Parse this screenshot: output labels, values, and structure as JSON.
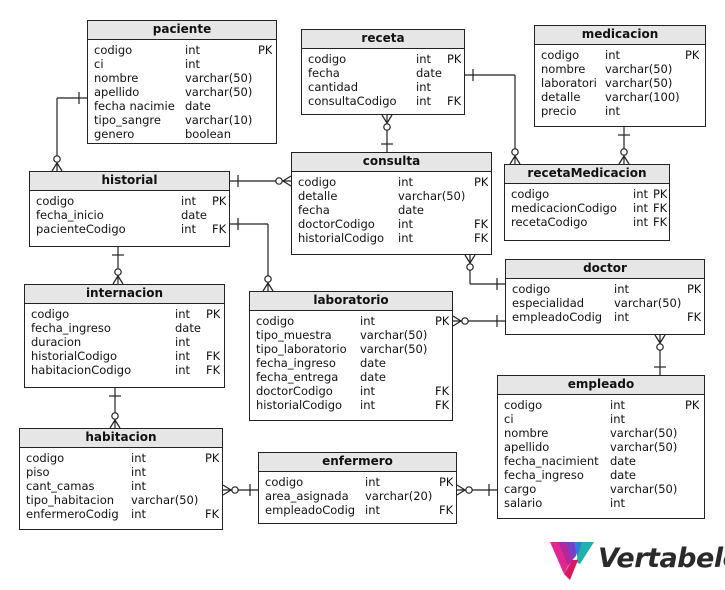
{
  "entities": [
    {
      "id": "paciente",
      "name": "paciente",
      "rows": [
        [
          "codigo",
          "int",
          "PK"
        ],
        [
          "ci",
          "int",
          ""
        ],
        [
          "nombre",
          "varchar(50)",
          ""
        ],
        [
          "apellido",
          "varchar(50)",
          ""
        ],
        [
          "fecha nacimie",
          "date",
          ""
        ],
        [
          "tipo_sangre",
          "varchar(10)",
          ""
        ],
        [
          "genero",
          "boolean",
          ""
        ]
      ]
    },
    {
      "id": "receta",
      "name": "receta",
      "rows": [
        [
          "codigo",
          "int",
          "PK"
        ],
        [
          "fecha",
          "date",
          ""
        ],
        [
          "cantidad",
          "int",
          ""
        ],
        [
          "consultaCodigo",
          "int",
          "FK"
        ]
      ]
    },
    {
      "id": "medicacion",
      "name": "medicacion",
      "rows": [
        [
          "codigo",
          "int",
          "PK"
        ],
        [
          "nombre",
          "varchar(50)",
          ""
        ],
        [
          "laboratori",
          "varchar(50)",
          ""
        ],
        [
          "detalle",
          "varchar(100)",
          ""
        ],
        [
          "precio",
          "int",
          ""
        ]
      ]
    },
    {
      "id": "historial",
      "name": "historial",
      "rows": [
        [
          "codigo",
          "int",
          "PK"
        ],
        [
          "fecha_inicio",
          "date",
          ""
        ],
        [
          "pacienteCodigo",
          "int",
          "FK"
        ]
      ]
    },
    {
      "id": "consulta",
      "name": "consulta",
      "rows": [
        [
          "codigo",
          "int",
          "PK"
        ],
        [
          "detalle",
          "varchar(50)",
          ""
        ],
        [
          "fecha",
          "date",
          ""
        ],
        [
          "doctorCodigo",
          "int",
          "FK"
        ],
        [
          "historialCodigo",
          "int",
          "FK"
        ]
      ]
    },
    {
      "id": "recetaMedicacion",
      "name": "recetaMedicacion",
      "rows": [
        [
          "codigo",
          "int",
          "PK"
        ],
        [
          "medicacionCodigo",
          "int",
          "FK"
        ],
        [
          "recetaCodigo",
          "int",
          "FK"
        ]
      ]
    },
    {
      "id": "doctor",
      "name": "doctor",
      "rows": [
        [
          "codigo",
          "int",
          "PK"
        ],
        [
          "especialidad",
          "varchar(50)",
          ""
        ],
        [
          "empleadoCodig",
          "int",
          "FK"
        ]
      ]
    },
    {
      "id": "internacion",
      "name": "internacion",
      "rows": [
        [
          "codigo",
          "int",
          "PK"
        ],
        [
          "fecha_ingreso",
          "date",
          ""
        ],
        [
          "duracion",
          "int",
          ""
        ],
        [
          "historialCodigo",
          "int",
          "FK"
        ],
        [
          "habitacionCodigo",
          "int",
          "FK"
        ]
      ]
    },
    {
      "id": "laboratorio",
      "name": "laboratorio",
      "rows": [
        [
          "codigo",
          "int",
          "PK"
        ],
        [
          "tipo_muestra",
          "varchar(50)",
          ""
        ],
        [
          "tipo_laboratorio",
          "varchar(50)",
          ""
        ],
        [
          "fecha_ingreso",
          "date",
          ""
        ],
        [
          "fecha_entrega",
          "date",
          ""
        ],
        [
          "doctorCodigo",
          "int",
          "FK"
        ],
        [
          "historialCodigo",
          "int",
          "FK"
        ]
      ]
    },
    {
      "id": "empleado",
      "name": "empleado",
      "rows": [
        [
          "codigo",
          "int",
          "PK"
        ],
        [
          "ci",
          "int",
          ""
        ],
        [
          "nombre",
          "varchar(50)",
          ""
        ],
        [
          "apellido",
          "varchar(50)",
          ""
        ],
        [
          "fecha_nacimient",
          "date",
          ""
        ],
        [
          "fecha_ingreso",
          "date",
          ""
        ],
        [
          "cargo",
          "varchar(50)",
          ""
        ],
        [
          "salario",
          "int",
          ""
        ]
      ]
    },
    {
      "id": "habitacion",
      "name": "habitacion",
      "rows": [
        [
          "codigo",
          "int",
          "PK"
        ],
        [
          "piso",
          "int",
          ""
        ],
        [
          "cant_camas",
          "int",
          ""
        ],
        [
          "tipo_habitacion",
          "varchar(50)",
          ""
        ],
        [
          "enfermeroCodig",
          "int",
          "FK"
        ]
      ]
    },
    {
      "id": "enfermero",
      "name": "enfermero",
      "rows": [
        [
          "codigo",
          "int",
          "PK"
        ],
        [
          "area_asignada",
          "varchar(20)",
          ""
        ],
        [
          "empleadoCodig",
          "int",
          "FK"
        ]
      ]
    }
  ],
  "relationships": [
    {
      "one": "paciente",
      "many": "historial"
    },
    {
      "one": "historial",
      "many": "consulta"
    },
    {
      "one": "consulta",
      "many": "receta"
    },
    {
      "one": "receta",
      "many": "recetaMedicacion"
    },
    {
      "one": "medicacion",
      "many": "recetaMedicacion"
    },
    {
      "one": "doctor",
      "many": "consulta"
    },
    {
      "one": "historial",
      "many": "internacion"
    },
    {
      "one": "historial",
      "many": "laboratorio"
    },
    {
      "one": "doctor",
      "many": "laboratorio"
    },
    {
      "one": "empleado",
      "many": "doctor"
    },
    {
      "one": "internacion",
      "many": "habitacion"
    },
    {
      "one": "enfermero",
      "many": "habitacion"
    },
    {
      "one": "empleado",
      "many": "enfermero"
    }
  ],
  "brand": {
    "name": "Vertabelo",
    "colors": [
      "#e2268f",
      "#8a2be2",
      "#2f7fd8",
      "#20b2aa"
    ]
  }
}
